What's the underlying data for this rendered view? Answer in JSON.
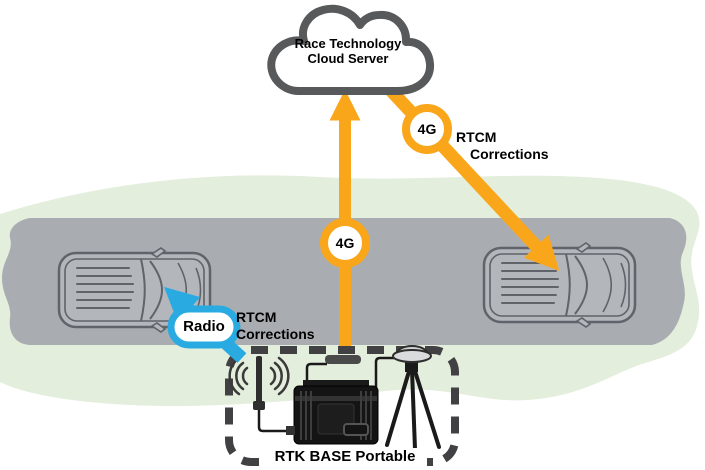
{
  "labels": {
    "cloud": {
      "line1": "Race Technology",
      "line2": "Cloud Server"
    },
    "badge_4g_diagonal": "4G",
    "badge_4g_vertical": "4G",
    "rtcm_right": {
      "line1": "RTCM",
      "line2": "Corrections"
    },
    "rtcm_left": {
      "line1": "RTCM",
      "line2": "Corrections"
    },
    "radio": "Radio",
    "base_station": "RTK BASE Portable"
  },
  "colors": {
    "link_orange": "#FAA61A",
    "radio_blue": "#29ABE2",
    "cloud_outline": "#58595B",
    "road_gray": "#A9ADB2",
    "grass_green": "#E4EEDC",
    "dashed_border": "#414042",
    "label_text": "#000000"
  }
}
